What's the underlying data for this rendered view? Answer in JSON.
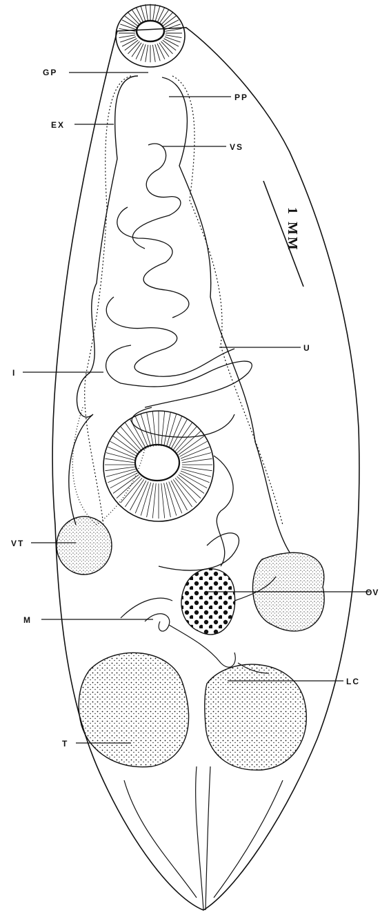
{
  "figure": {
    "scale_bar_text": "1 MM"
  },
  "labels": {
    "gp": "GP",
    "pp": "PP",
    "ex": "EX",
    "vs": "VS",
    "u": "U",
    "i": "I",
    "vt": "VT",
    "ov": "OV",
    "m": "M",
    "lc": "LC",
    "t": "T"
  },
  "colors": {
    "ink": "#111111",
    "background": "#ffffff"
  }
}
